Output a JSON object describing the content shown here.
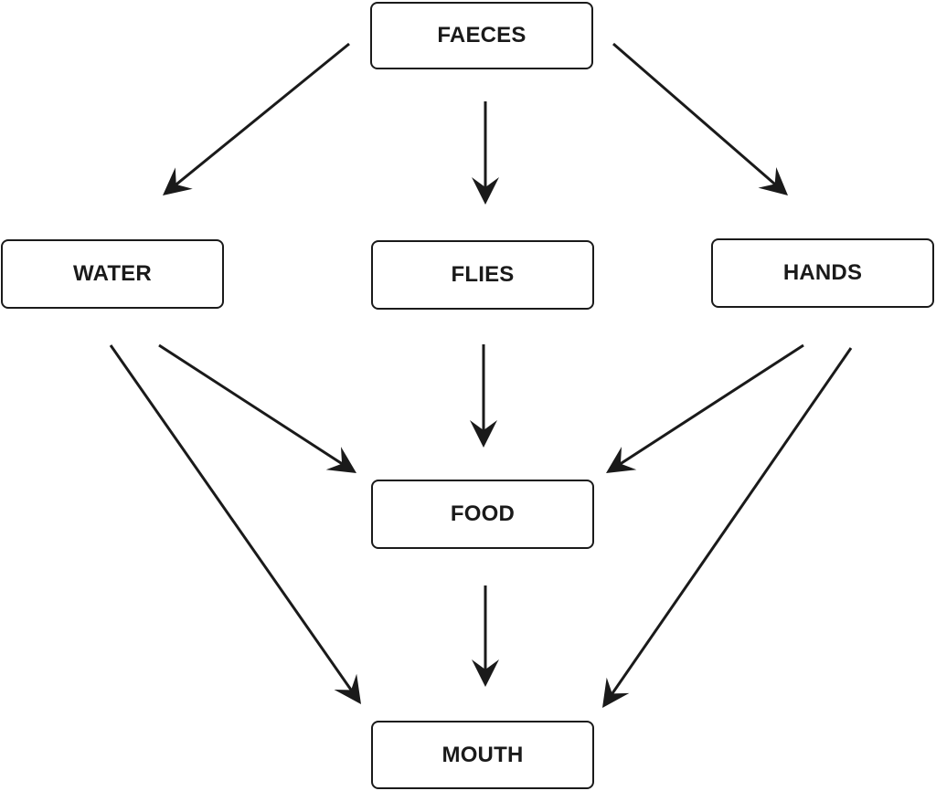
{
  "nodes": {
    "faeces": "FAECES",
    "water": "WATER",
    "flies": "FLIES",
    "hands": "HANDS",
    "food": "FOOD",
    "mouth": "MOUTH"
  },
  "edges": [
    {
      "from": "faeces",
      "to": "water"
    },
    {
      "from": "faeces",
      "to": "flies"
    },
    {
      "from": "faeces",
      "to": "hands"
    },
    {
      "from": "water",
      "to": "food"
    },
    {
      "from": "water",
      "to": "mouth"
    },
    {
      "from": "flies",
      "to": "food"
    },
    {
      "from": "hands",
      "to": "food"
    },
    {
      "from": "hands",
      "to": "mouth"
    },
    {
      "from": "food",
      "to": "mouth"
    }
  ],
  "colors": {
    "stroke": "#1a1a1a",
    "background": "#ffffff"
  }
}
